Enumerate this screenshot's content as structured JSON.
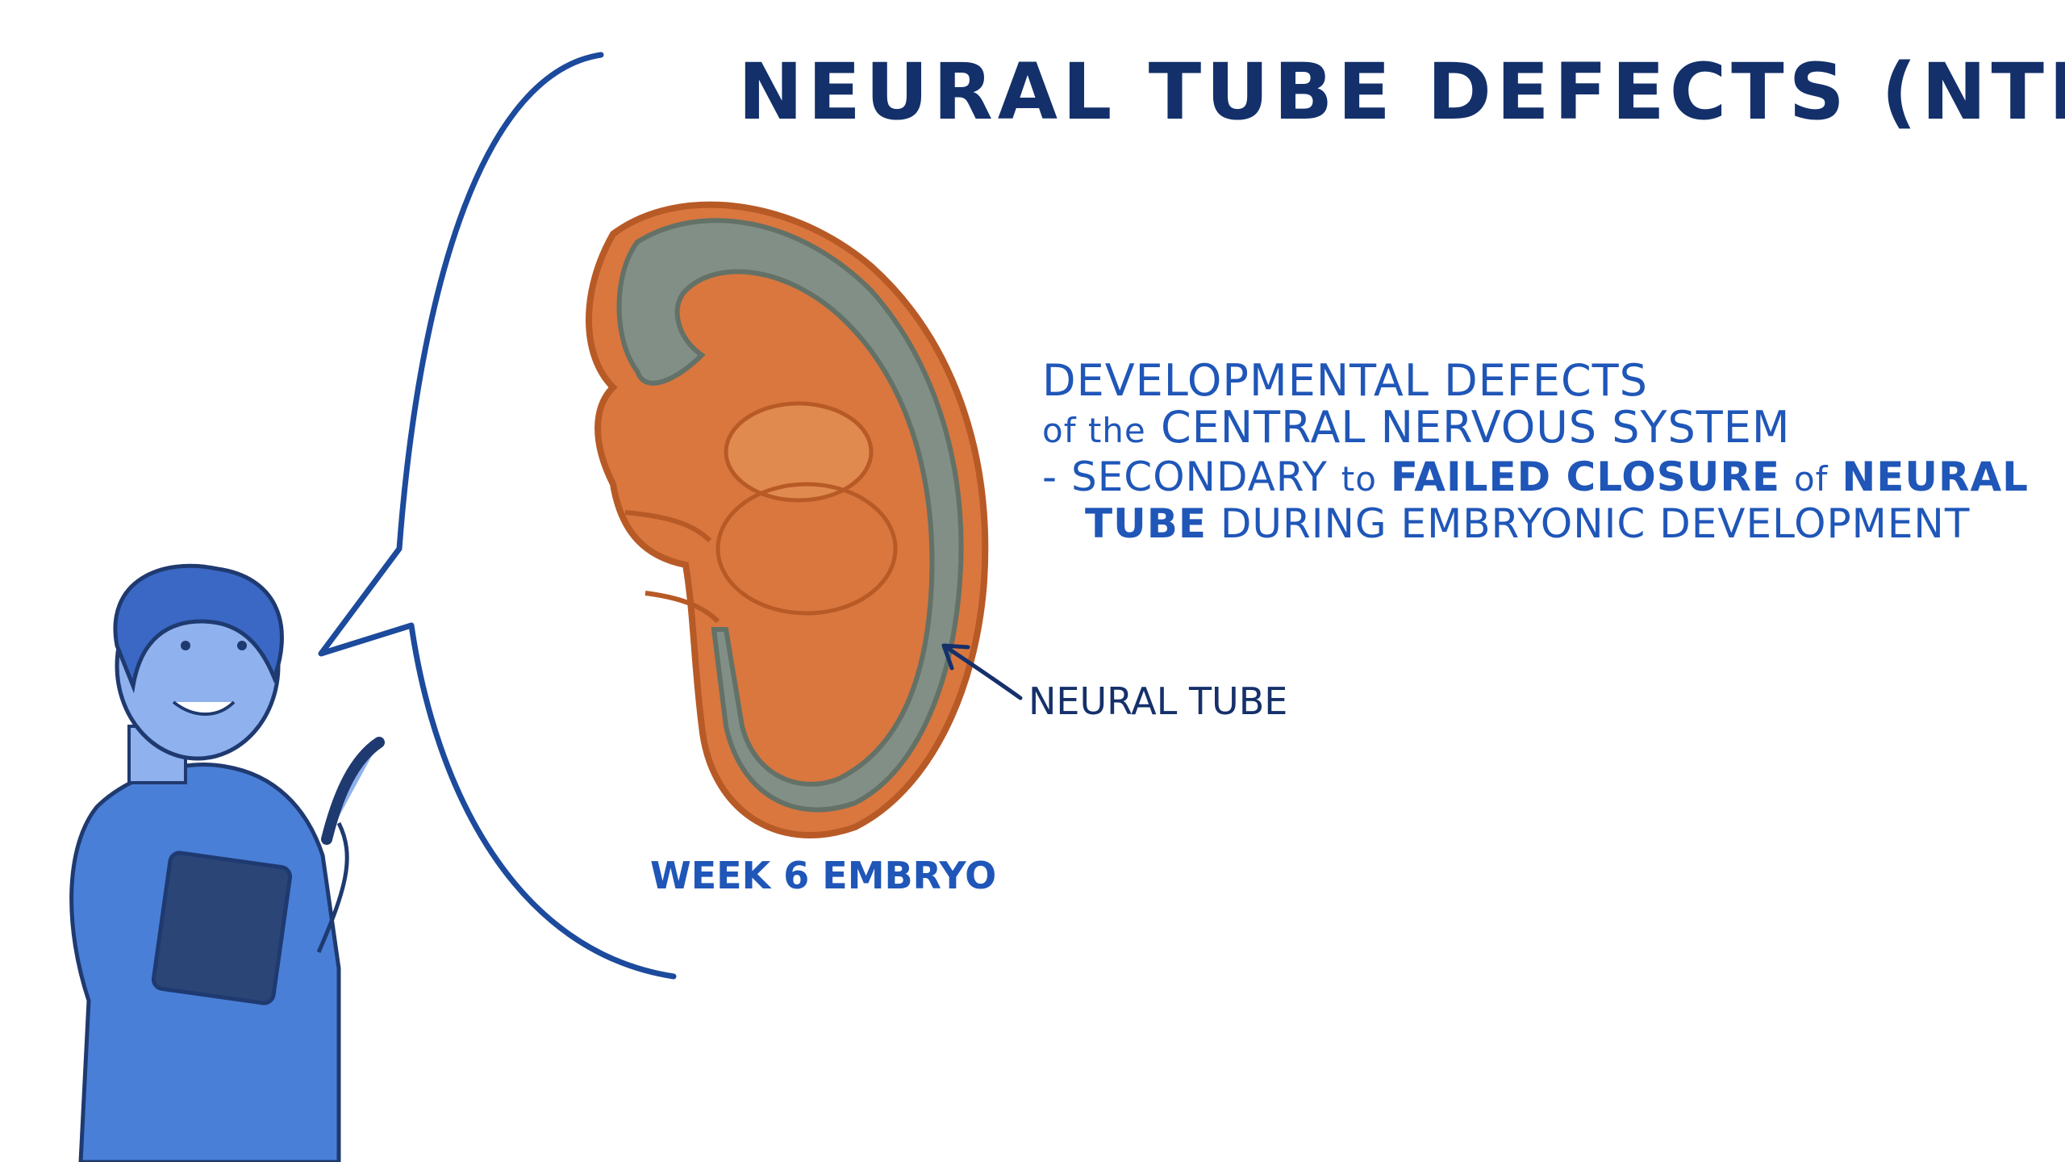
{
  "title": "NEURAL TUBE DEFECTS (NTD)",
  "definition": {
    "line1": "DEVELOPMENTAL DEFECTS",
    "line2_prefix": "of the",
    "line2_main": "CENTRAL NERVOUS SYSTEM",
    "line3_dash": "-",
    "line3_a": "SECONDARY",
    "line3_to": "to",
    "line3_b": "FAILED CLOSURE",
    "line3_of": "of",
    "line3_c": "NEURAL",
    "line4_a": "TUBE",
    "line4_b": "DURING EMBRYONIC DEVELOPMENT"
  },
  "labels": {
    "neural_tube": "NEURAL TUBE",
    "embryo": "WEEK 6 EMBRYO"
  },
  "colors": {
    "title": "#13306a",
    "text": "#1f56b8",
    "embryo": "#d9773f",
    "neural_tube": "#7d918a",
    "nurse": "#4a7fd8"
  }
}
